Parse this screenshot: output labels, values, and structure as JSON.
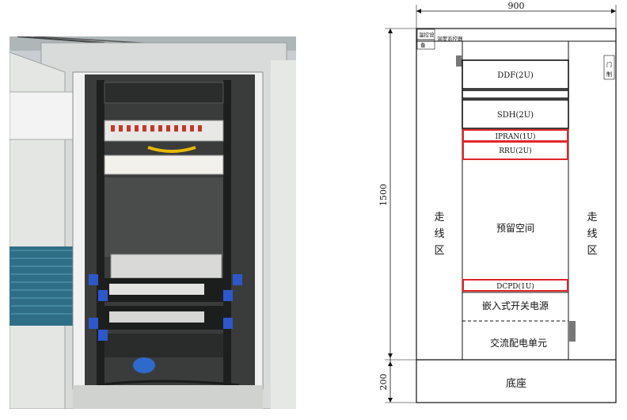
{
  "dimensions": {
    "width": "900",
    "height_main": "1500",
    "height_base": "200"
  },
  "labels": {
    "ddf": "DDF(2U)",
    "sdh": "SDH(2U)",
    "ipran": "IPRAN(1U)",
    "rru": "RRU(2U)",
    "reserved": "预留空间",
    "dcpd": "DCPD(1U)",
    "embedded_power": "嵌入式开关电源",
    "ac_unit": "交流配电单元",
    "base": "底座",
    "left_tag_1": "温控设",
    "left_tag_2": "备",
    "left_tag_3": "温度监控器",
    "right_tag": "门制",
    "cable_area_chars": [
      "走",
      "线",
      "区"
    ]
  },
  "colors": {
    "highlight": "#e0262a",
    "line": "#111111",
    "cabinet_gray": "#cfd2cf",
    "rack_dark": "#2a2c2c"
  }
}
